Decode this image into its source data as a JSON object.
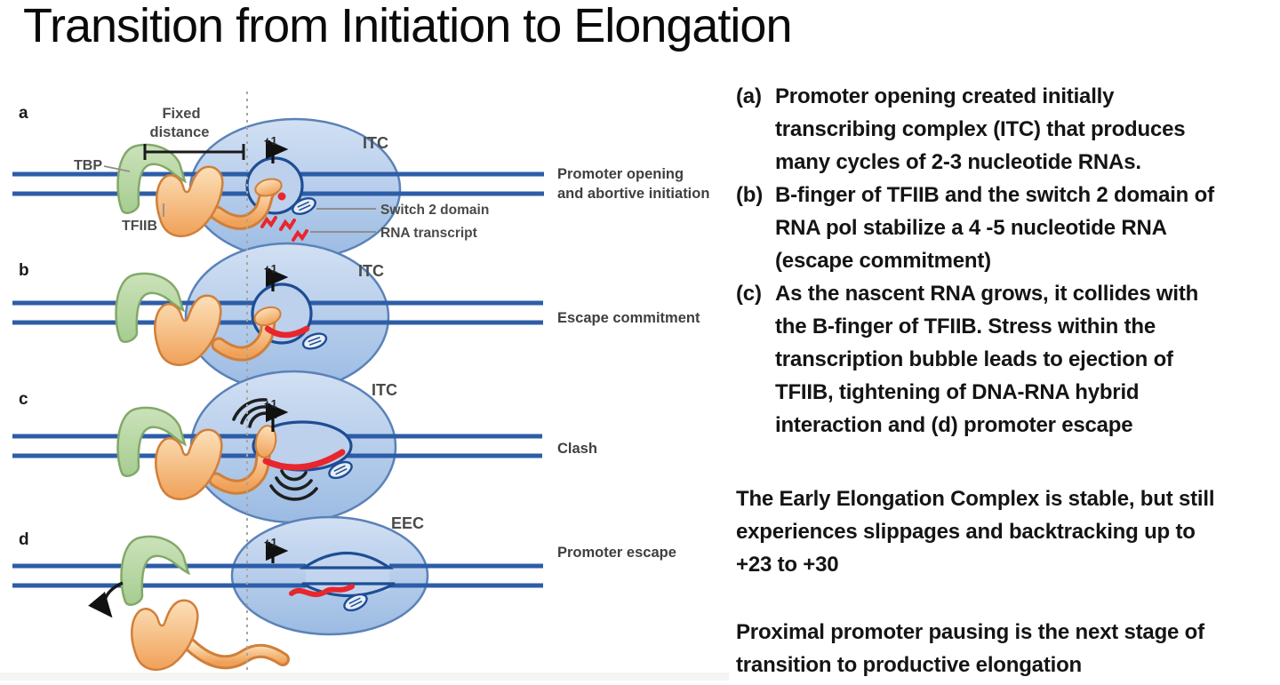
{
  "slide": {
    "title": "Transition from Initiation to Elongation"
  },
  "figure": {
    "panels": [
      {
        "letter": "a",
        "complex_label": "ITC",
        "stage_line1": "Promoter opening",
        "stage_line2": "and abortive initiation"
      },
      {
        "letter": "b",
        "complex_label": "ITC",
        "stage_line1": "Escape commitment",
        "stage_line2": ""
      },
      {
        "letter": "c",
        "complex_label": "ITC",
        "stage_line1": "Clash",
        "stage_line2": ""
      },
      {
        "letter": "d",
        "complex_label": "EEC",
        "stage_line1": "Promoter escape",
        "stage_line2": ""
      }
    ],
    "annotations": {
      "fixed_distance_line1": "Fixed",
      "fixed_distance_line2": "distance",
      "tbp": "TBP",
      "tfiib": "TFIIB",
      "switch2": "Switch 2 domain",
      "rna_transcript": "RNA transcript",
      "tss": "+1"
    }
  },
  "notes": {
    "items": [
      {
        "marker": "(a)",
        "text": "Promoter opening created initially\ntranscribing complex (ITC) that produces\nmany cycles of 2-3 nucleotide RNAs."
      },
      {
        "marker": "(b)",
        "text": "B-finger of TFIIB and the switch 2 domain of\nRNA pol stabilize a 4 -5 nucleotide RNA\n(escape commitment)"
      },
      {
        "marker": "(c)",
        "text": "As the nascent RNA grows, it collides with\nthe B-finger of TFIIB.  Stress within the\ntranscription bubble leads to ejection of\nTFIIB, tightening of DNA-RNA hybrid\ninteraction and (d) promoter escape"
      }
    ],
    "paragraphs": [
      "The Early Elongation Complex is stable, but still\nexperiences slippages and backtracking up to\n+23 to +30",
      "Proximal promoter pausing is the next stage of\ntransition to productive elongation"
    ]
  },
  "colors": {
    "dna": "#2d5da7",
    "bubble_outline": "#1d4d94",
    "polymerase_fill": "#aec7e8",
    "tbp_green": "#b7d7a5",
    "tfiib_orange": "#f5b271",
    "rna_red": "#e8262d",
    "dashed_line": "#a5a5a5",
    "diagram_label": "#4a4a4a",
    "body_text": "#141414"
  }
}
